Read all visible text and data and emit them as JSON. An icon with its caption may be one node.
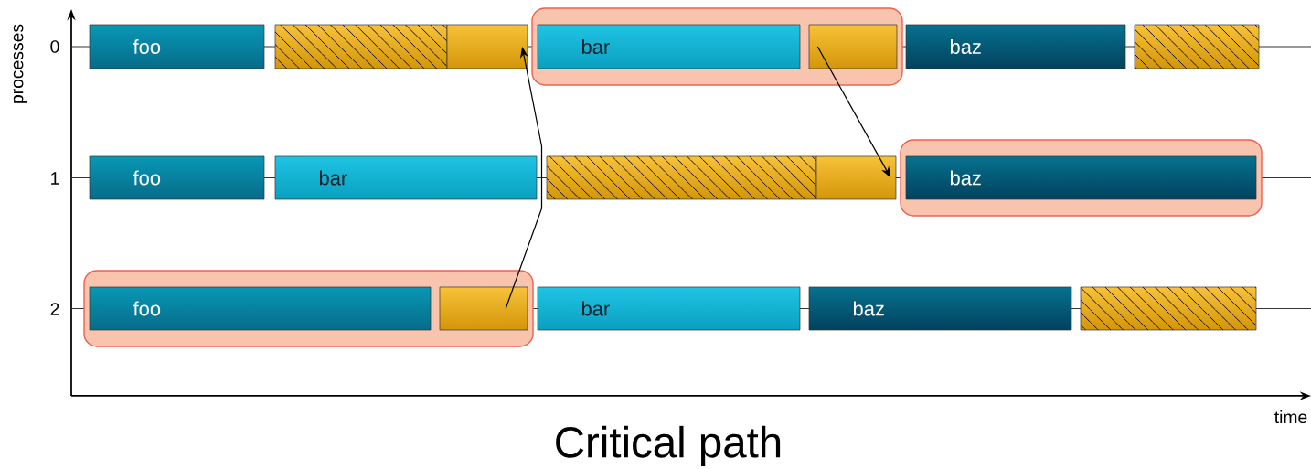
{
  "diagram": {
    "caption": "Critical path",
    "nodes": [
      {
        "text": [
          "foo"
        ]
      },
      {
        "text": [],
        "shape": "box"
      },
      {
        "text": [],
        "shape": "box"
      },
      {
        "text": [],
        "shape": "box"
      },
      {
        "text": [
          "bar"
        ],
        "in": 3
      },
      {
        "text": [],
        "shape": "box",
        "in": 3
      },
      {
        "text": [
          "baz"
        ]
      },
      {
        "text": [],
        "shape": "box"
      },
      {
        "text": [
          "foo"
        ]
      },
      {
        "text": [
          "bar"
        ]
      },
      {
        "text": [],
        "shape": "box"
      },
      {
        "text": [],
        "shape": "box"
      },
      {
        "text": [],
        "shape": "box"
      },
      {
        "text": [
          "baz"
        ],
        "in": 12
      },
      {
        "text": [],
        "shape": "box"
      },
      {
        "text": [
          "foo"
        ],
        "in": 14
      },
      {
        "text": [],
        "shape": "box",
        "in": 14
      },
      {
        "text": [
          "bar"
        ]
      },
      {
        "text": [
          "baz"
        ]
      },
      {
        "text": [],
        "shape": "box"
      }
    ],
    "edges": [
      {
        "from": 16,
        "to": 2,
        "arrow": "to"
      },
      {
        "from": 5,
        "to": 11,
        "arrow": "to"
      }
    ],
    "labels": [
      "processes",
      "0",
      "1",
      "2",
      "time"
    ]
  }
}
